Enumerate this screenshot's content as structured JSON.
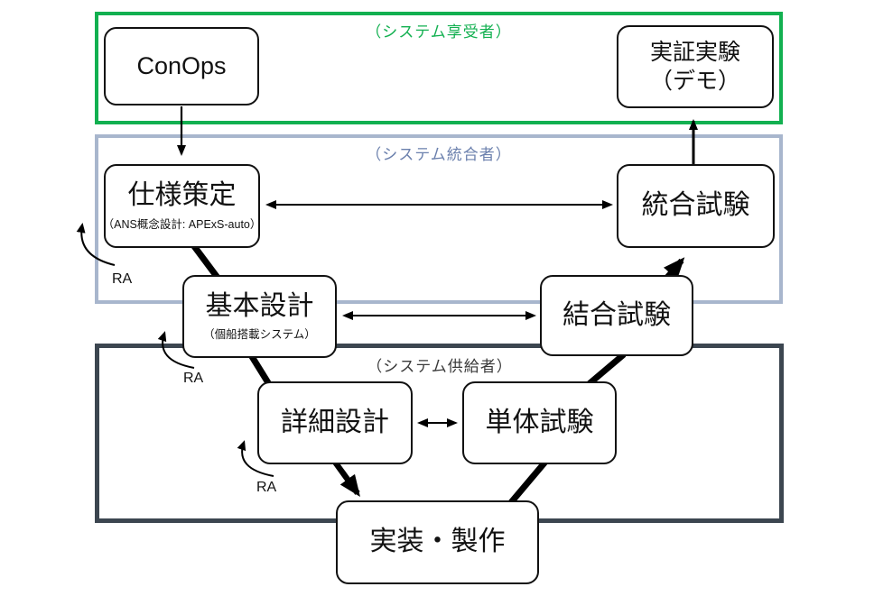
{
  "zones": {
    "beneficiary": {
      "label": "（システム享受者）",
      "color": "#12b050"
    },
    "integrator": {
      "label": "（システム統合者）",
      "color": "#6b80ad",
      "border_color": "#a8b6cd"
    },
    "supplier": {
      "label": "（システム供給者）",
      "color": "#3a3a3a",
      "border_color": "#3c4650"
    }
  },
  "nodes": {
    "conops": {
      "title": "ConOps"
    },
    "demo": {
      "title_line1": "実証実験",
      "title_line2": "（デモ）"
    },
    "spec": {
      "title": "仕様策定",
      "subtitle": "（ANS概念設計: APExS-auto）"
    },
    "integration_test": {
      "title": "統合試験"
    },
    "basic_design": {
      "title": "基本設計",
      "subtitle": "（個船搭載システム）"
    },
    "combined_test": {
      "title": "結合試験"
    },
    "detailed_design": {
      "title": "詳細設計"
    },
    "unit_test": {
      "title": "単体試験"
    },
    "implementation": {
      "title": "実装・製作"
    }
  },
  "annotations": {
    "ra_spec": "RA",
    "ra_basic_design": "RA",
    "ra_detailed_design": "RA"
  },
  "colors": {
    "node_border": "#111111",
    "arrow": "#000000",
    "zone_green": "#12b050",
    "zone_blue_border": "#a8b6cd",
    "zone_blue_text": "#6b80ad",
    "zone_dark": "#3c4650"
  }
}
